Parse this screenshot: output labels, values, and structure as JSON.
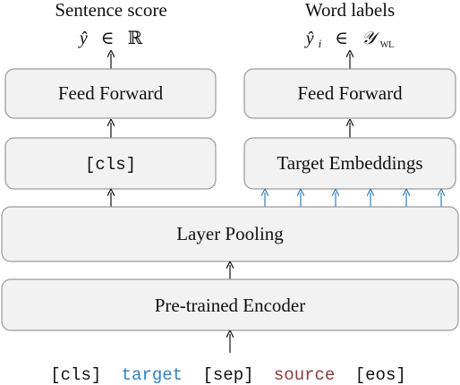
{
  "colors": {
    "box_fill": "#f2f2f2",
    "box_stroke": "#9a9a9a",
    "arrow": "#111111",
    "target_accent": "#2f7fbf",
    "source_accent": "#8b3a3a"
  },
  "titles": {
    "left": "Sentence score",
    "right": "Word labels"
  },
  "outputs": {
    "left": {
      "var": "ŷ",
      "in": "∈",
      "set": "ℝ"
    },
    "right": {
      "var": "ŷ",
      "sub": "i",
      "in": "∈",
      "set": "𝒴",
      "set_sub": "WL"
    }
  },
  "boxes": {
    "ff_left": "Feed Forward",
    "ff_right": "Feed Forward",
    "cls": "[cls]",
    "target_embeddings": "Target Embeddings",
    "layer_pooling": "Layer Pooling",
    "encoder": "Pre-trained Encoder"
  },
  "input_tokens": [
    "[cls]",
    "target",
    "[sep]",
    "source",
    "[eos]"
  ]
}
